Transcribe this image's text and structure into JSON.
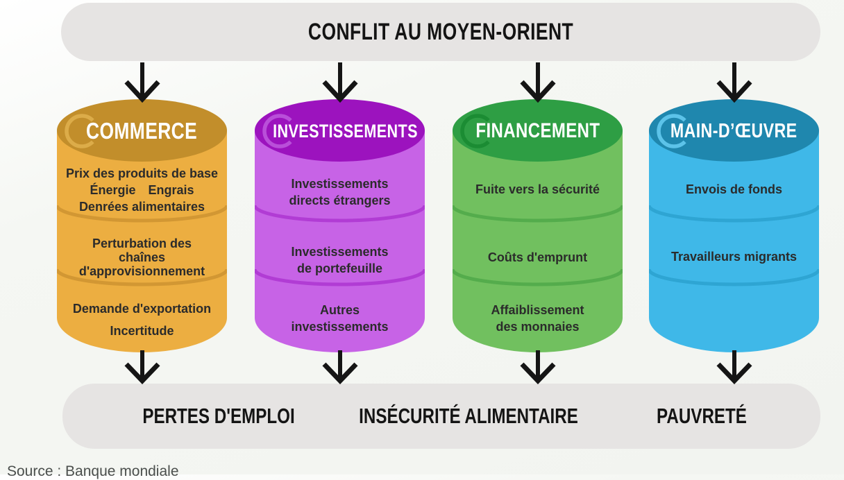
{
  "title": "CONFLIT AU MOYEN-ORIENT",
  "source": "Source : Banque mondiale",
  "palette": {
    "capsule_gray": "#E6E4E3",
    "arrow_black": "#151515",
    "background": "#F4F6F2",
    "body_text": "#2B2B2B",
    "title_text": "#141414"
  },
  "barrels": [
    {
      "label": "COMMERCE",
      "colors": {
        "top": "#C28E2B",
        "body": "#ECAE41",
        "rib": "#D29733",
        "ring": "#DCAC49"
      },
      "sections": [
        [
          "Prix des produits de base",
          "Énergie Engrais",
          "Denrées alimentaires"
        ],
        [
          "Perturbation des",
          "chaînes",
          "d'approvisionnement"
        ],
        [
          "Demande d'exportation",
          "Incertitude"
        ]
      ]
    },
    {
      "label": "INVESTISSEMENTS",
      "colors": {
        "top": "#9C13BE",
        "body": "#C763E6",
        "rib": "#B13CD4",
        "ring": "#B94FD9"
      },
      "sections": [
        [
          "Investissements",
          "directs étrangers"
        ],
        [
          "Investissements",
          "de portefeuille"
        ],
        [
          "Autres",
          "investissements"
        ]
      ]
    },
    {
      "label": "FINANCEMENT",
      "colors": {
        "top": "#2E9E44",
        "body": "#71C05F",
        "rib": "#54AC4C",
        "ring": "#1B8C33"
      },
      "sections": [
        [
          "Fuite vers la sécurité"
        ],
        [
          "Coûts d'emprunt"
        ],
        [
          "Affaiblissement",
          "des monnaies"
        ]
      ]
    },
    {
      "label": "MAIN-D’ŒUVRE",
      "colors": {
        "top": "#1F87AE",
        "body": "#3FB8E8",
        "rib": "#2EA5D3",
        "ring": "#5CC3E9"
      },
      "sections": [
        [
          "Envois de fonds"
        ],
        [
          "Travailleurs migrants"
        ]
      ]
    }
  ],
  "outcomes": [
    "PERTES D'EMPLOI",
    "INSÉCURITÉ ALIMENTAIRE",
    "PAUVRETÉ"
  ]
}
